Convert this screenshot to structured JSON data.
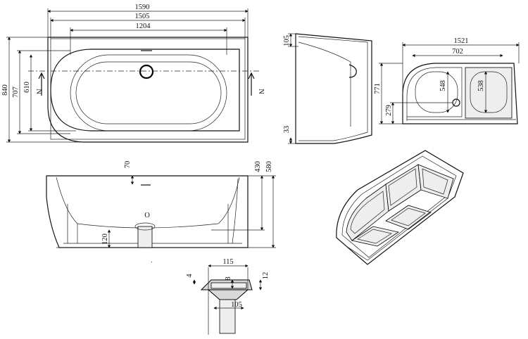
{
  "top_view": {
    "dim_overall_length": "1590",
    "dim_inner_length": "1505",
    "dim_basin_length": "1204",
    "dim_overall_width": "840",
    "dim_inner_width": "707",
    "dim_basin_width": "610",
    "section_marker": "N"
  },
  "side_view": {
    "dim_top_width": "105",
    "dim_bottom_gap": "33"
  },
  "top_right_view": {
    "dim_overall_length": "1521",
    "dim_inner_length": "702",
    "dim_depth": "771",
    "dim_basin_a": "548",
    "dim_basin_b": "538",
    "dim_drain_offset": "279"
  },
  "front_view": {
    "dim_overflow": "70",
    "dim_inner_depth": "430",
    "dim_overall_height": "580",
    "dim_drain_height": "120",
    "drain_marker": "O"
  },
  "detail_view": {
    "dim_width_top": "115",
    "dim_lip": "4",
    "dim_inset": "8",
    "dim_right": "12",
    "dim_width_bottom": "105"
  }
}
